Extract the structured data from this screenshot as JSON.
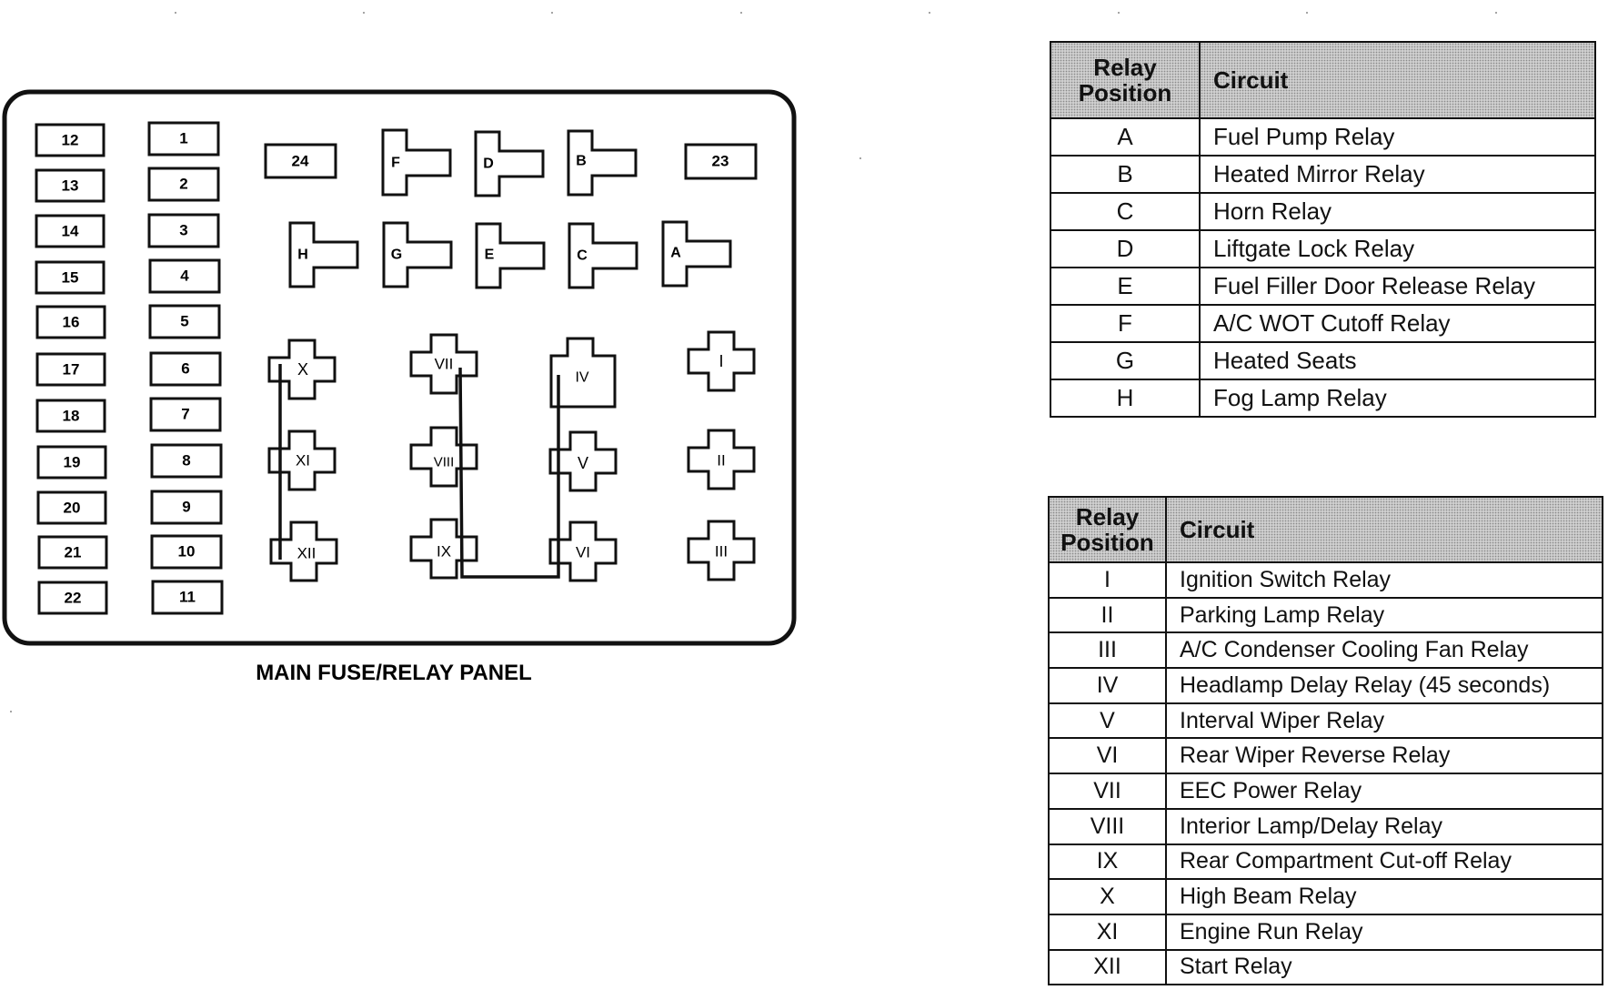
{
  "panel": {
    "title": "MAIN FUSE/RELAY PANEL",
    "fuses_left": [
      "12",
      "13",
      "14",
      "15",
      "16",
      "17",
      "18",
      "19",
      "20",
      "21",
      "22"
    ],
    "fuses_right": [
      "1",
      "2",
      "3",
      "4",
      "5",
      "6",
      "7",
      "8",
      "9",
      "10",
      "11"
    ],
    "fuses_top": [
      "24",
      "23"
    ],
    "t_relays_row1": [
      "F",
      "D",
      "B"
    ],
    "t_relays_row2": [
      "H",
      "G",
      "E",
      "C",
      "A"
    ],
    "cross_relays": [
      "X",
      "VII",
      "IV",
      "I",
      "XI",
      "VIII",
      "V",
      "II",
      "XII",
      "IX",
      "VI",
      "III"
    ]
  },
  "table_letters": {
    "header_position": "Relay Position",
    "header_circuit": "Circuit",
    "rows": [
      {
        "position": "A",
        "circuit": "Fuel Pump Relay"
      },
      {
        "position": "B",
        "circuit": "Heated Mirror Relay"
      },
      {
        "position": "C",
        "circuit": "Horn Relay"
      },
      {
        "position": "D",
        "circuit": "Liftgate Lock Relay"
      },
      {
        "position": "E",
        "circuit": "Fuel Filler Door Release Relay"
      },
      {
        "position": "F",
        "circuit": "A/C WOT Cutoff Relay"
      },
      {
        "position": "G",
        "circuit": "Heated Seats"
      },
      {
        "position": "H",
        "circuit": "Fog Lamp Relay"
      }
    ]
  },
  "table_roman": {
    "header_position": "Relay Position",
    "header_circuit": "Circuit",
    "rows": [
      {
        "position": "I",
        "circuit": "Ignition Switch Relay"
      },
      {
        "position": "II",
        "circuit": "Parking Lamp Relay"
      },
      {
        "position": "III",
        "circuit": "A/C Condenser Cooling Fan Relay"
      },
      {
        "position": "IV",
        "circuit": "Headlamp Delay Relay (45 seconds)"
      },
      {
        "position": "V",
        "circuit": "Interval Wiper Relay"
      },
      {
        "position": "VI",
        "circuit": "Rear Wiper Reverse Relay"
      },
      {
        "position": "VII",
        "circuit": "EEC Power Relay"
      },
      {
        "position": "VIII",
        "circuit": "Interior Lamp/Delay Relay"
      },
      {
        "position": "IX",
        "circuit": "Rear Compartment Cut-off Relay"
      },
      {
        "position": "X",
        "circuit": "High Beam Relay"
      },
      {
        "position": "XI",
        "circuit": "Engine Run Relay"
      },
      {
        "position": "XII",
        "circuit": "Start Relay"
      }
    ]
  }
}
